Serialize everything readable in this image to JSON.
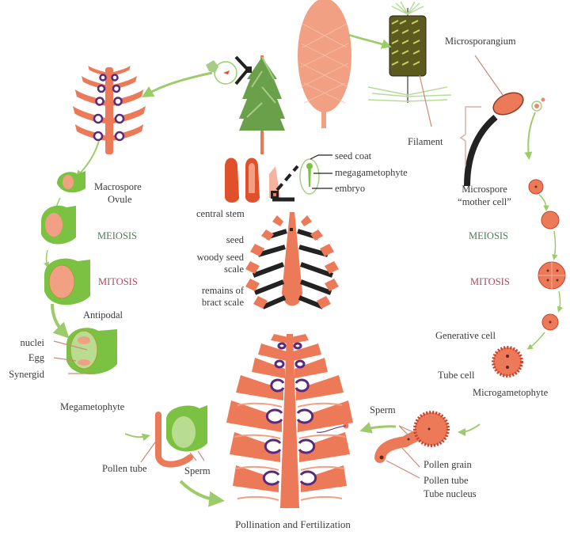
{
  "title": "Pollination and Fertilization",
  "colors": {
    "cone": "#ec7a58",
    "cone_light": "#f2a083",
    "green": "#7cc242",
    "green_light": "#a8d47c",
    "arrow": "#9ccc6a",
    "ovule_purple": "#5a2a7a",
    "dark": "#222222",
    "leader": "#c98a7a"
  },
  "top_center": {
    "labels": {
      "seed_coat": "seed coat",
      "megagametophyte": "megagametophyte",
      "embryo": "embryo",
      "central_stem": "central stem",
      "seed": "seed",
      "woody_seed_scale_1": "woody seed",
      "woody_seed_scale_2": "scale",
      "bract_1": "remains of",
      "bract_2": "bract scale"
    }
  },
  "male_side": {
    "microsporangium": "Microsporangium",
    "filament": "Filament",
    "microspore_1": "Microspore",
    "microspore_2": "“mother cell”",
    "meiosis": "MEIOSIS",
    "mitosis": "MITOSIS",
    "generative_cell": "Generative cell",
    "tube_cell": "Tube cell",
    "microgametophyte": "Microgametophyte",
    "sperm": "Sperm",
    "pollen_grain": "Pollen grain",
    "pollen_tube": "Pollen tube",
    "tube_nucleus": "Tube nucleus"
  },
  "female_side": {
    "macrospore": "Macrospore",
    "ovule": "Ovule",
    "meiosis": "MEIOSIS",
    "mitosis": "MITOSIS",
    "antipodal": "Antipodal",
    "nuclei": "nuclei",
    "egg": "Egg",
    "synergid": "Synergid",
    "megametophyte": "Megametophyte",
    "pollen_tube": "Pollen tube",
    "sperm": "Sperm"
  }
}
